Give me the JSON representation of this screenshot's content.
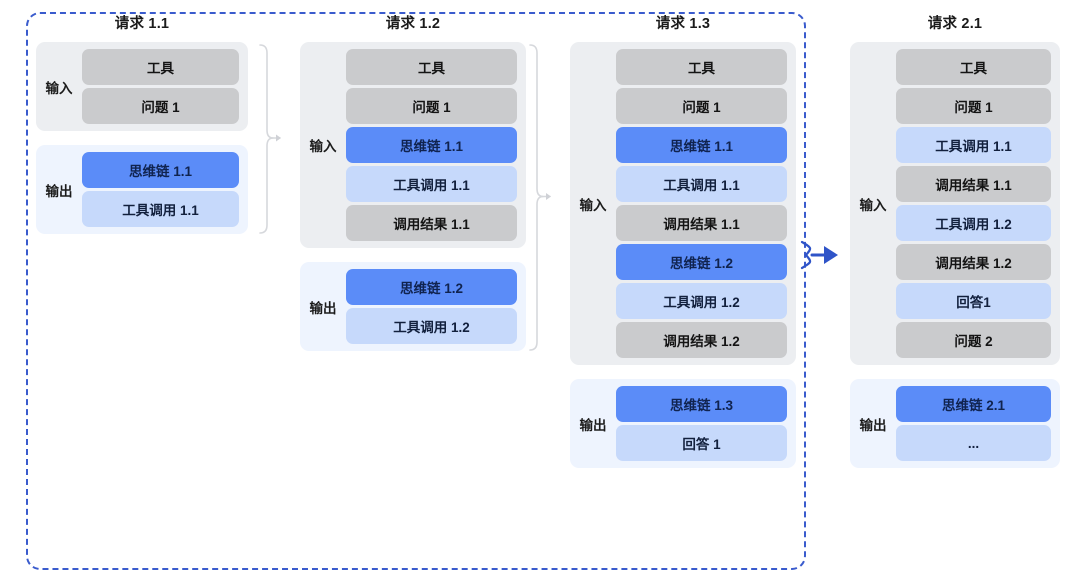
{
  "diagram": {
    "title_hidden": "",
    "colors": {
      "session_border": "#3a5bcd",
      "input_group_bg": "#eceef1",
      "output_group_bg": "#eef4fe",
      "chip_gray": "#cacbcd",
      "chip_blue": "#5b8cf8",
      "chip_lightblue": "#c6d9fb",
      "brace": "#d6d8dc",
      "arrow_blue": "#2f54c8"
    },
    "labels": {
      "input": "输入",
      "output": "输出"
    },
    "columns": [
      {
        "title": "请求 1.1",
        "input": {
          "label": "输入",
          "chips": [
            {
              "text": "工具",
              "style": "gray"
            },
            {
              "text": "问题 1",
              "style": "gray"
            }
          ]
        },
        "output": {
          "label": "输出",
          "chips": [
            {
              "text": "思维链 1.1",
              "style": "blue"
            },
            {
              "text": "工具调用 1.1",
              "style": "lightblue"
            }
          ]
        }
      },
      {
        "title": "请求 1.2",
        "input": {
          "label": "输入",
          "chips": [
            {
              "text": "工具",
              "style": "gray"
            },
            {
              "text": "问题 1",
              "style": "gray"
            },
            {
              "text": "思维链 1.1",
              "style": "blue"
            },
            {
              "text": "工具调用 1.1",
              "style": "lightblue"
            },
            {
              "text": "调用结果 1.1",
              "style": "gray"
            }
          ]
        },
        "output": {
          "label": "输出",
          "chips": [
            {
              "text": "思维链 1.2",
              "style": "blue"
            },
            {
              "text": "工具调用 1.2",
              "style": "lightblue"
            }
          ]
        }
      },
      {
        "title": "请求 1.3",
        "input": {
          "label": "输入",
          "chips": [
            {
              "text": "工具",
              "style": "gray"
            },
            {
              "text": "问题 1",
              "style": "gray"
            },
            {
              "text": "思维链 1.1",
              "style": "blue"
            },
            {
              "text": "工具调用 1.1",
              "style": "lightblue"
            },
            {
              "text": "调用结果 1.1",
              "style": "gray"
            },
            {
              "text": "思维链 1.2",
              "style": "blue"
            },
            {
              "text": "工具调用 1.2",
              "style": "lightblue"
            },
            {
              "text": "调用结果 1.2",
              "style": "gray"
            }
          ]
        },
        "output": {
          "label": "输出",
          "chips": [
            {
              "text": "思维链 1.3",
              "style": "blue"
            },
            {
              "text": "回答 1",
              "style": "lightblue"
            }
          ]
        }
      },
      {
        "title": "请求 2.1",
        "input": {
          "label": "输入",
          "chips": [
            {
              "text": "工具",
              "style": "gray"
            },
            {
              "text": "问题 1",
              "style": "gray"
            },
            {
              "text": "工具调用 1.1",
              "style": "lightblue"
            },
            {
              "text": "调用结果 1.1",
              "style": "gray"
            },
            {
              "text": "工具调用 1.2",
              "style": "lightblue"
            },
            {
              "text": "调用结果 1.2",
              "style": "gray"
            },
            {
              "text": "回答1",
              "style": "lightblue"
            },
            {
              "text": "问题 2",
              "style": "gray"
            }
          ]
        },
        "output": {
          "label": "输出",
          "chips": [
            {
              "text": "思维链 2.1",
              "style": "blue"
            },
            {
              "text": "...",
              "style": "lightblue"
            }
          ]
        }
      }
    ],
    "connectors": [
      {
        "kind": "brace-arrow",
        "from": "请求 1.1",
        "to": "请求 1.2"
      },
      {
        "kind": "brace-arrow",
        "from": "请求 1.2",
        "to": "请求 1.3"
      },
      {
        "kind": "blue-arrow",
        "from": "请求 1.3",
        "to": "请求 2.1"
      }
    ]
  }
}
